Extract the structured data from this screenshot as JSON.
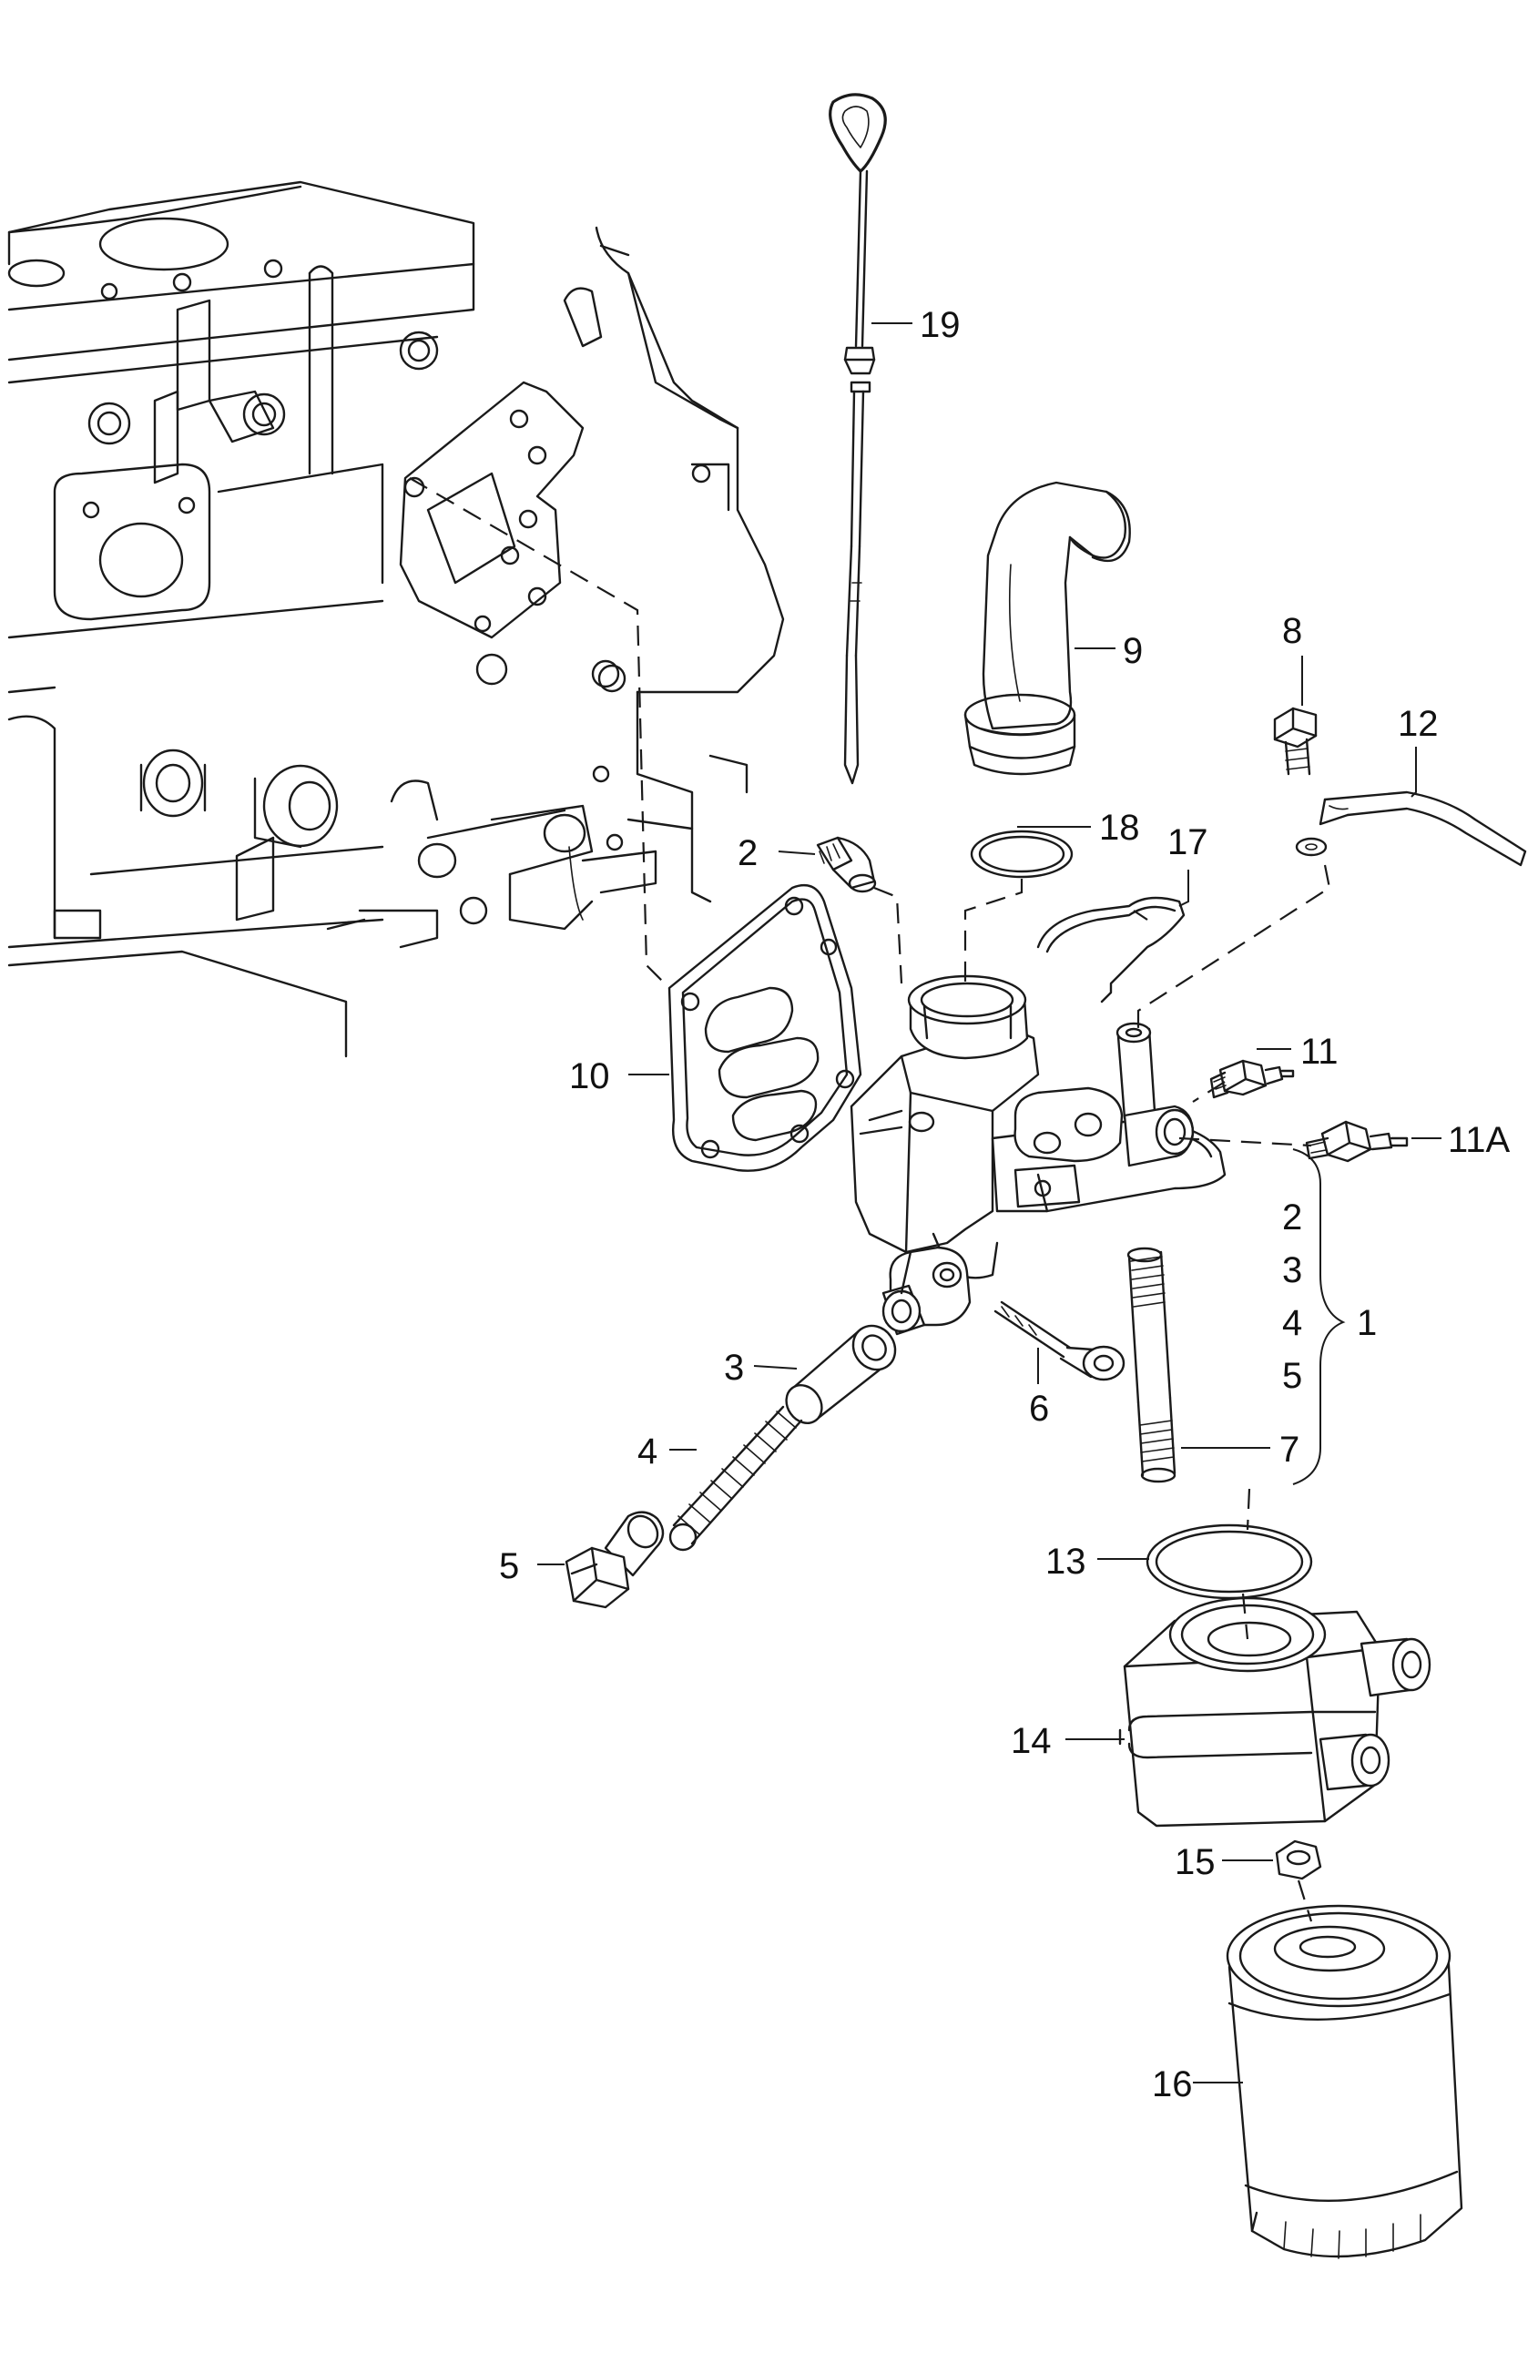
{
  "callouts": {
    "c1": "1",
    "c2a": "2",
    "c2b": "2",
    "c3a": "3",
    "c3b": "3",
    "c4a": "4",
    "c4b": "4",
    "c5a": "5",
    "c5b": "5",
    "c6": "6",
    "c7": "7",
    "c8": "8",
    "c9": "9",
    "c10": "10",
    "c11": "11",
    "c11a": "11A",
    "c12": "12",
    "c13": "13",
    "c14": "14",
    "c15": "15",
    "c16": "16",
    "c17": "17",
    "c18": "18",
    "c19": "19"
  }
}
